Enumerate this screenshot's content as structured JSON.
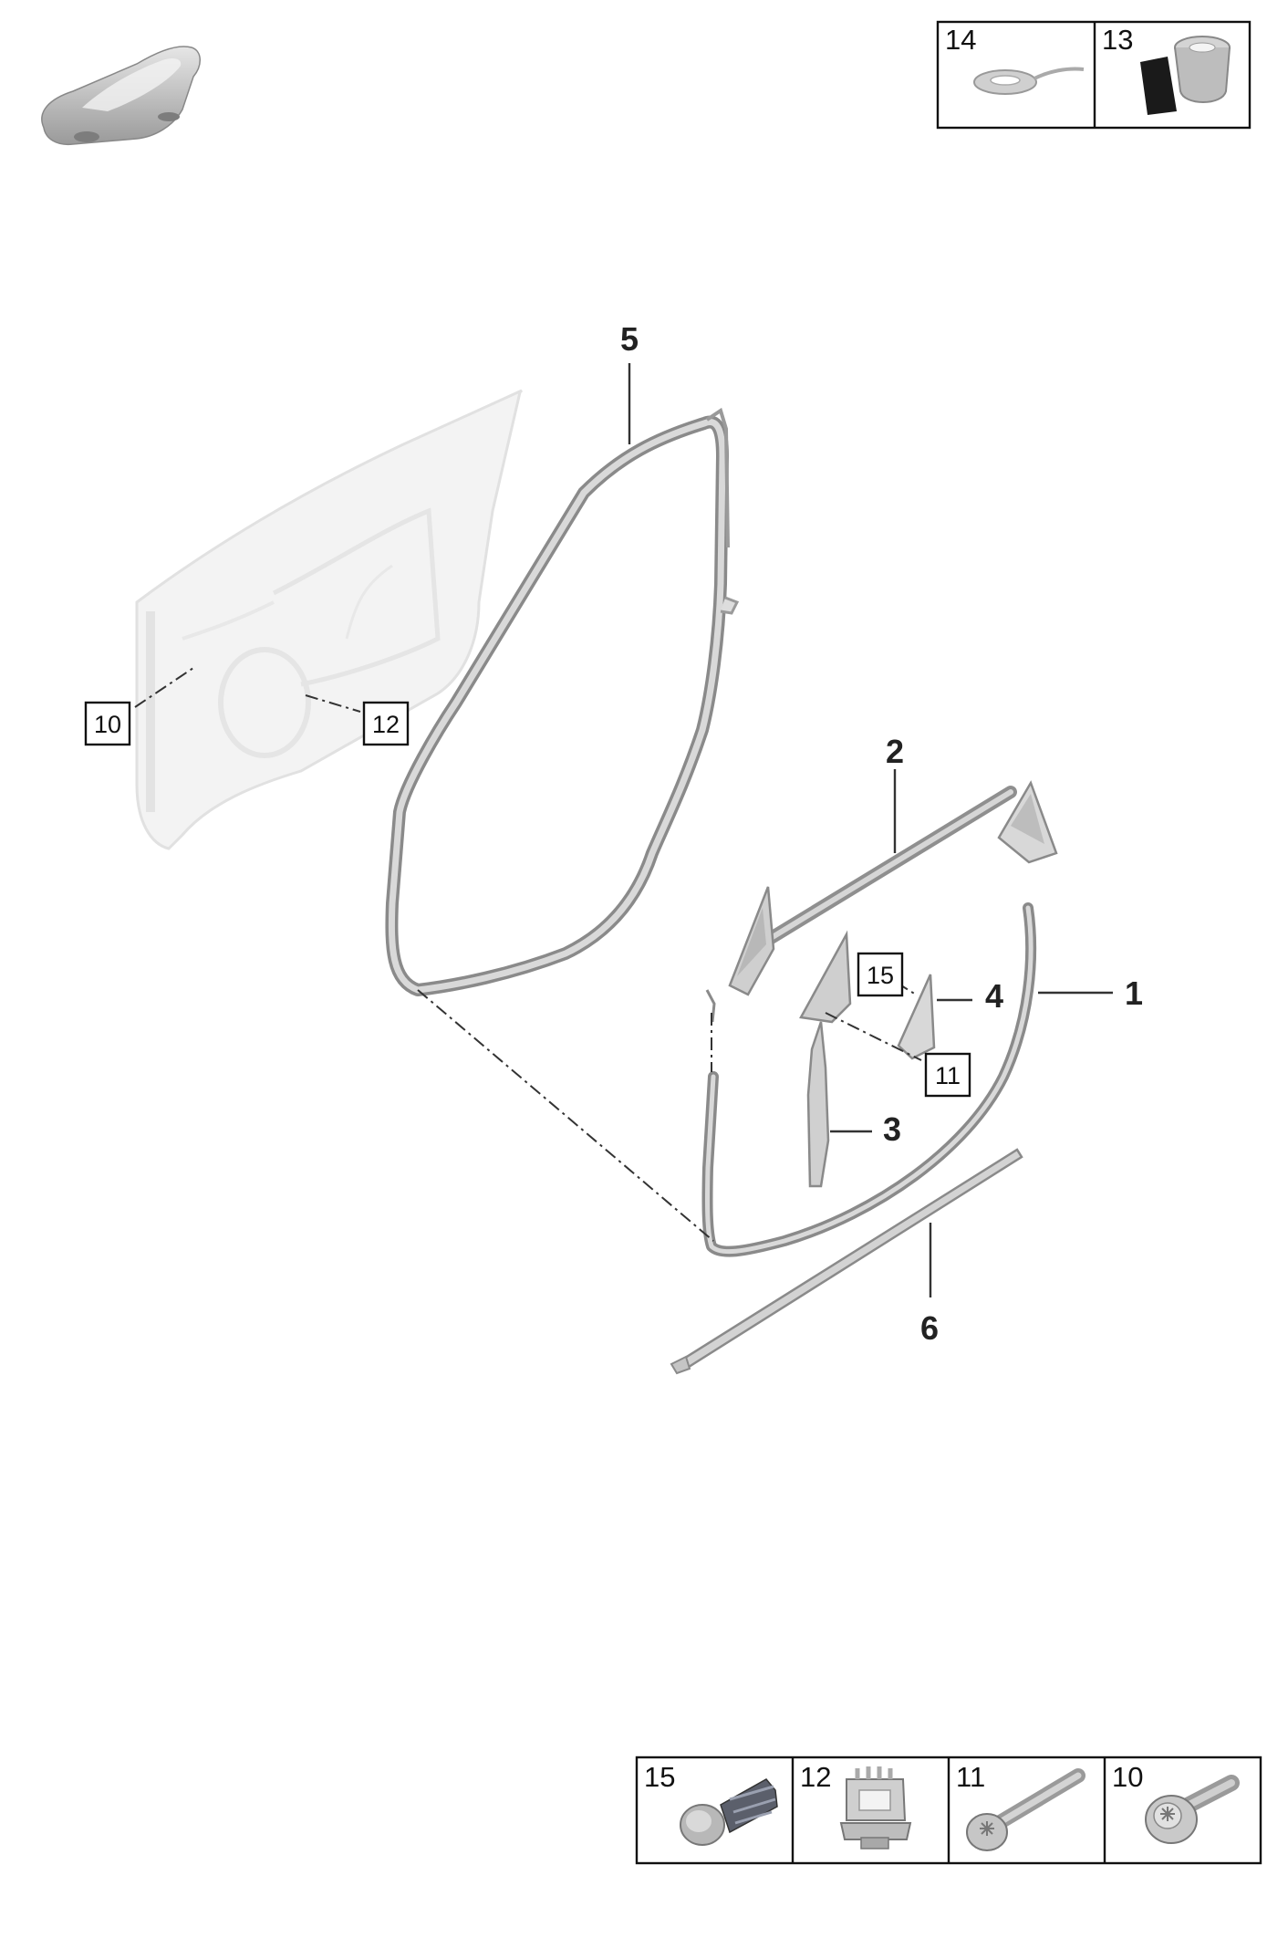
{
  "callouts": {
    "c1": "1",
    "c2": "2",
    "c3": "3",
    "c4": "4",
    "c5": "5",
    "c6": "6"
  },
  "boxed": {
    "b10": "10",
    "b11": "11",
    "b12": "12",
    "b15": "15"
  },
  "top_panel": {
    "p14": "14",
    "p13": "13"
  },
  "bottom_panel": {
    "p15": "15",
    "p12": "12",
    "p11": "11",
    "p10": "10"
  },
  "colors": {
    "part_gray": "#c9c9c9",
    "line": "#333333",
    "ghost_door": "#efefef"
  }
}
